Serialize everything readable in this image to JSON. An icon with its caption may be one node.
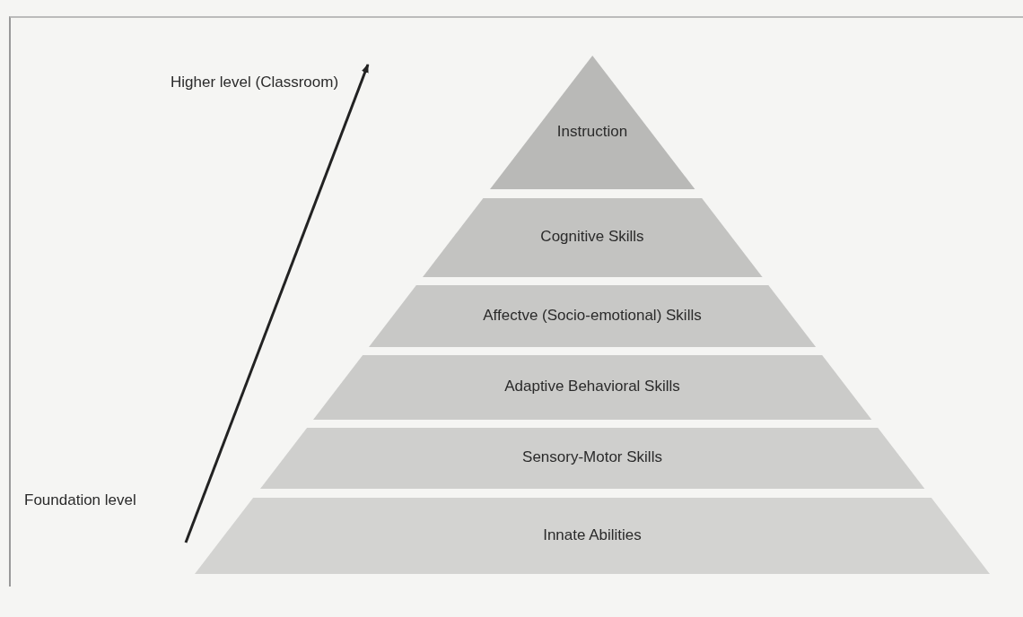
{
  "diagram": {
    "nodes": [
      {
        "text": [
          "Instruction"
        ]
      },
      {
        "text": [
          "Cognitive Skills"
        ]
      },
      {
        "text": [
          "Affectve (Socio-emotional) Skills"
        ]
      },
      {
        "text": [
          "Adaptive Behavioral Skills"
        ]
      },
      {
        "text": [
          "Sensory-Motor Skills"
        ]
      },
      {
        "text": [
          "Innate Abilities"
        ]
      }
    ],
    "edges": [],
    "labels": [
      "Higher level (Classroom)",
      "Foundation level"
    ]
  }
}
